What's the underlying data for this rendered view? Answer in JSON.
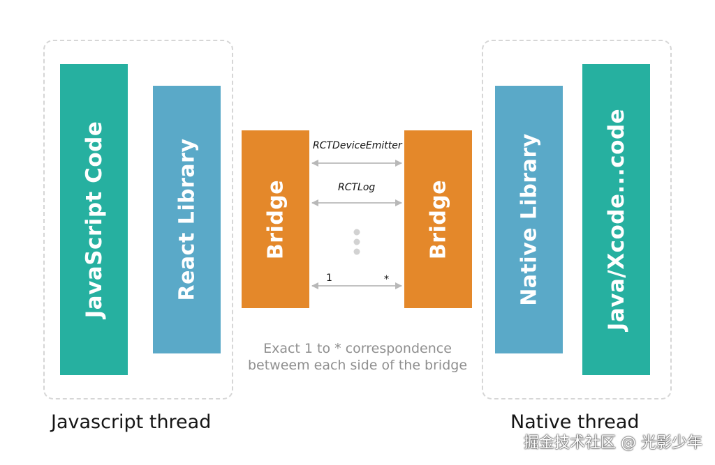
{
  "javascript_side": {
    "thread_label": "Javascript thread",
    "bars": [
      {
        "label": "JavaScript Code",
        "color": "#26b0a0"
      },
      {
        "label": "React Library",
        "color": "#5aa9c8"
      }
    ]
  },
  "native_side": {
    "thread_label": "Native thread",
    "bars": [
      {
        "label": "Native Library",
        "color": "#5aa9c8"
      },
      {
        "label": "Java/Xcode...code",
        "color": "#26b0a0"
      }
    ]
  },
  "bridge": {
    "left_label": "Bridge",
    "right_label": "Bridge",
    "color": "#e4882a"
  },
  "channels": [
    {
      "label": "RCTDeviceEmitter"
    },
    {
      "label": "RCTLog"
    }
  ],
  "multiplicity": {
    "left": "1",
    "right": "*"
  },
  "note": {
    "line1": "Exact 1 to * correspondence",
    "line2": "betweem each side of the bridge"
  },
  "watermark": "掘金技术社区 @ 光影少年"
}
